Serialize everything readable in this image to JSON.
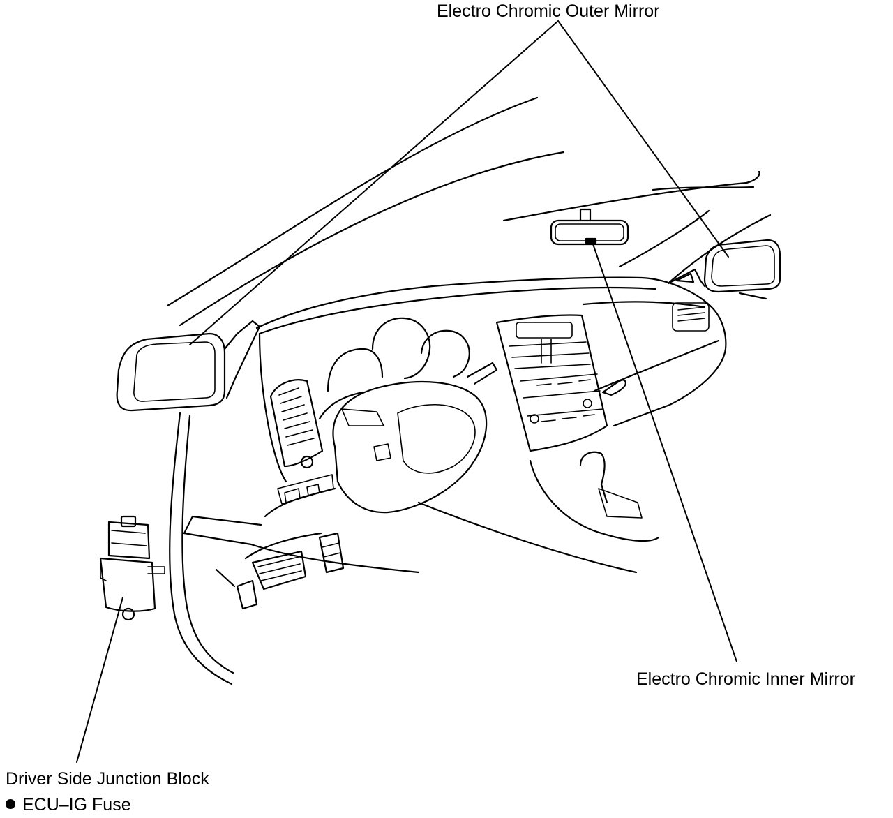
{
  "labels": {
    "outer_mirror": "Electro Chromic Outer Mirror",
    "inner_mirror": "Electro Chromic Inner Mirror",
    "junction_block": "Driver Side Junction Block",
    "fuse": "ECU–IG Fuse"
  },
  "colors": {
    "line": "#000000",
    "background": "#ffffff"
  }
}
